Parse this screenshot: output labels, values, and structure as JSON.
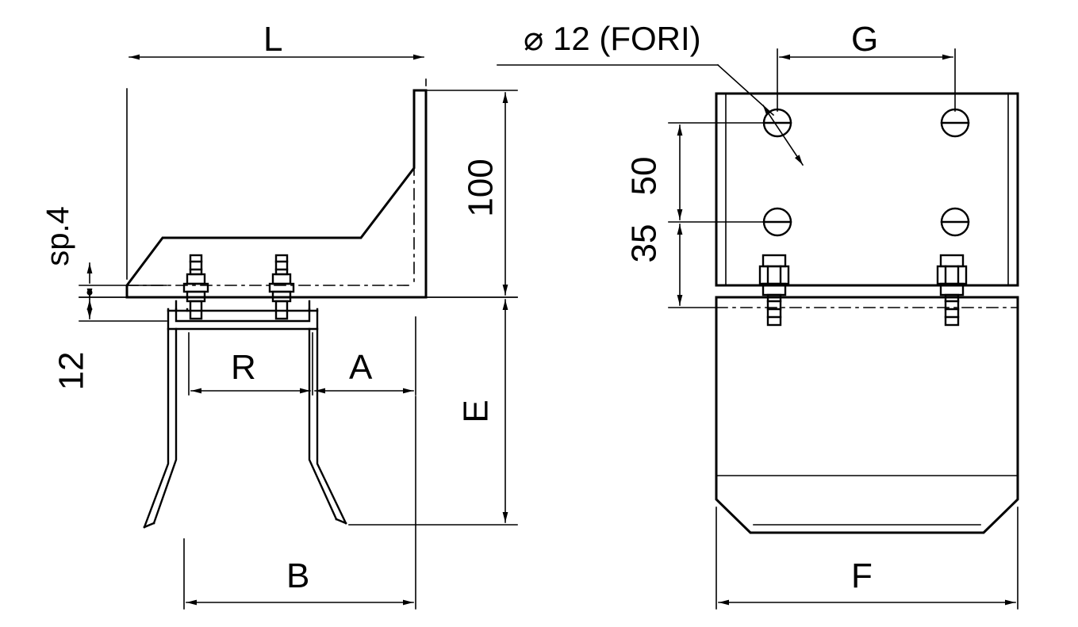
{
  "drawing": {
    "type": "technical-mechanical-drawing",
    "title": "",
    "views": [
      {
        "name": "side-view",
        "position": "left"
      },
      {
        "name": "front-view",
        "position": "right"
      }
    ],
    "labels": {
      "L": "L",
      "dim_100": "100",
      "sp4": "sp.4",
      "dim_12": "12",
      "R": "R",
      "A": "A",
      "E": "E",
      "B": "B",
      "hole_note": "⌀ 12 (FORI)",
      "G": "G",
      "dim_50": "50",
      "dim_35": "35",
      "F": "F"
    },
    "dimension_values": {
      "plate_height_mm": 100,
      "thickness_mm": 4,
      "bolt_offset_mm": 12,
      "hole_diameter_mm": 12,
      "hole_spacing_top_mm": 50,
      "hole_spacing_bottom_mm": 35
    },
    "colors": {
      "line": "#000000",
      "background": "#ffffff"
    }
  }
}
